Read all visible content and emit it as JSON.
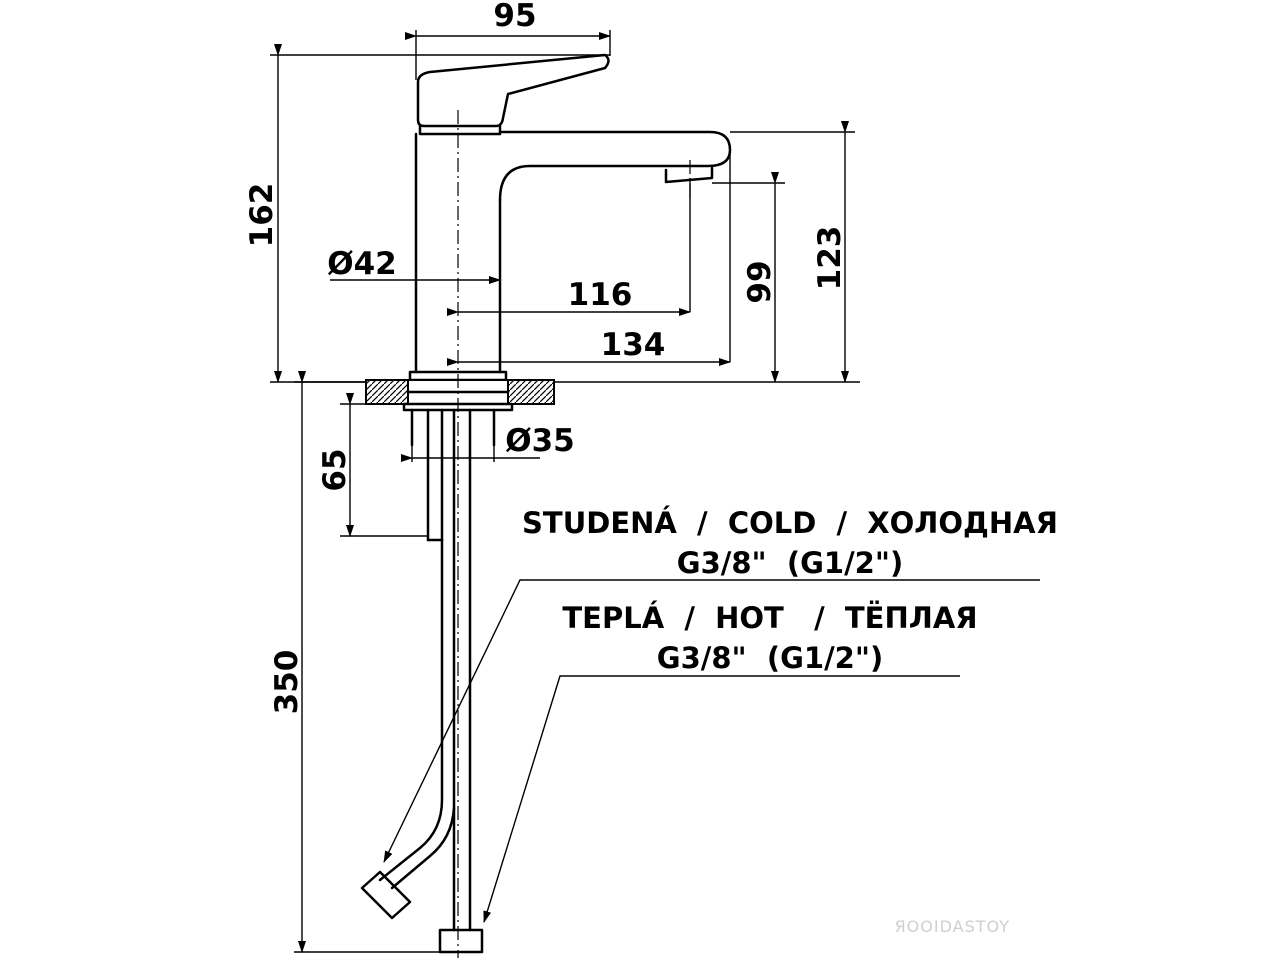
{
  "dimensions": {
    "width_top": "95",
    "height_total": "162",
    "body_diameter": "Ø42",
    "spout_reach": "116",
    "spout_reach_outer": "134",
    "spout_height": "99",
    "spout_top_height": "123",
    "shank_length": "65",
    "shank_diameter": "Ø35",
    "hose_length": "350"
  },
  "labels": {
    "cold_line1": "STUDENÁ  /  COLD  /  ХОЛОДНАЯ",
    "cold_line2": "G3/8\"  (G1/2\")",
    "hot_line1": "TEPLÁ  /  HOT   /  ТЁПЛАЯ",
    "hot_line2": "G3/8\"  (G1/2\")"
  },
  "watermark": "ЯOOIDASTOY"
}
